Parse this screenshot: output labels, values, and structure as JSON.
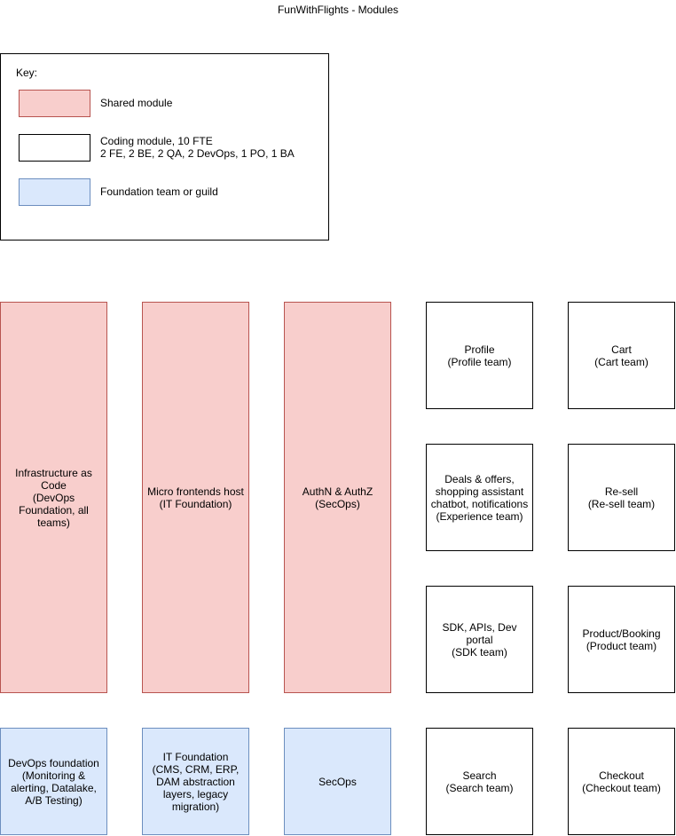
{
  "title": "FunWithFlights - Modules",
  "key": {
    "heading": "Key:",
    "items": [
      {
        "label": "Shared module"
      },
      {
        "label": "Coding module, 10 FTE\n2 FE, 2 BE, 2 QA, 2 DevOps, 1 PO, 1 BA"
      },
      {
        "label": "Foundation team or guild"
      }
    ]
  },
  "colors": {
    "shared_fill": "#f8cecc",
    "shared_stroke": "#b85450",
    "coding_fill": "#ffffff",
    "coding_stroke": "#000000",
    "foundation_fill": "#dae8fc",
    "foundation_stroke": "#6c8ebf"
  },
  "modules": {
    "iac": "Infrastructure as Code\n(DevOps Foundation, all teams)",
    "mfe_host": "Micro frontends host\n(IT Foundation)",
    "auth": "AuthN & AuthZ\n(SecOps)",
    "profile": "Profile\n(Profile team)",
    "cart": "Cart\n(Cart team)",
    "deals": "Deals & offers, shopping assistant chatbot, notifications\n(Experience team)",
    "resell": "Re-sell\n(Re-sell team)",
    "sdk": "SDK, APIs, Dev portal\n(SDK team)",
    "product": "Product/Booking\n(Product team)",
    "devops_foundation": "DevOps foundation\n(Monitoring & alerting, Datalake, A/B Testing)",
    "it_foundation": "IT Foundation\n(CMS, CRM, ERP, DAM abstraction layers, legacy migration)",
    "secops": "SecOps",
    "search": "Search\n(Search team)",
    "checkout": "Checkout\n(Checkout team)"
  }
}
